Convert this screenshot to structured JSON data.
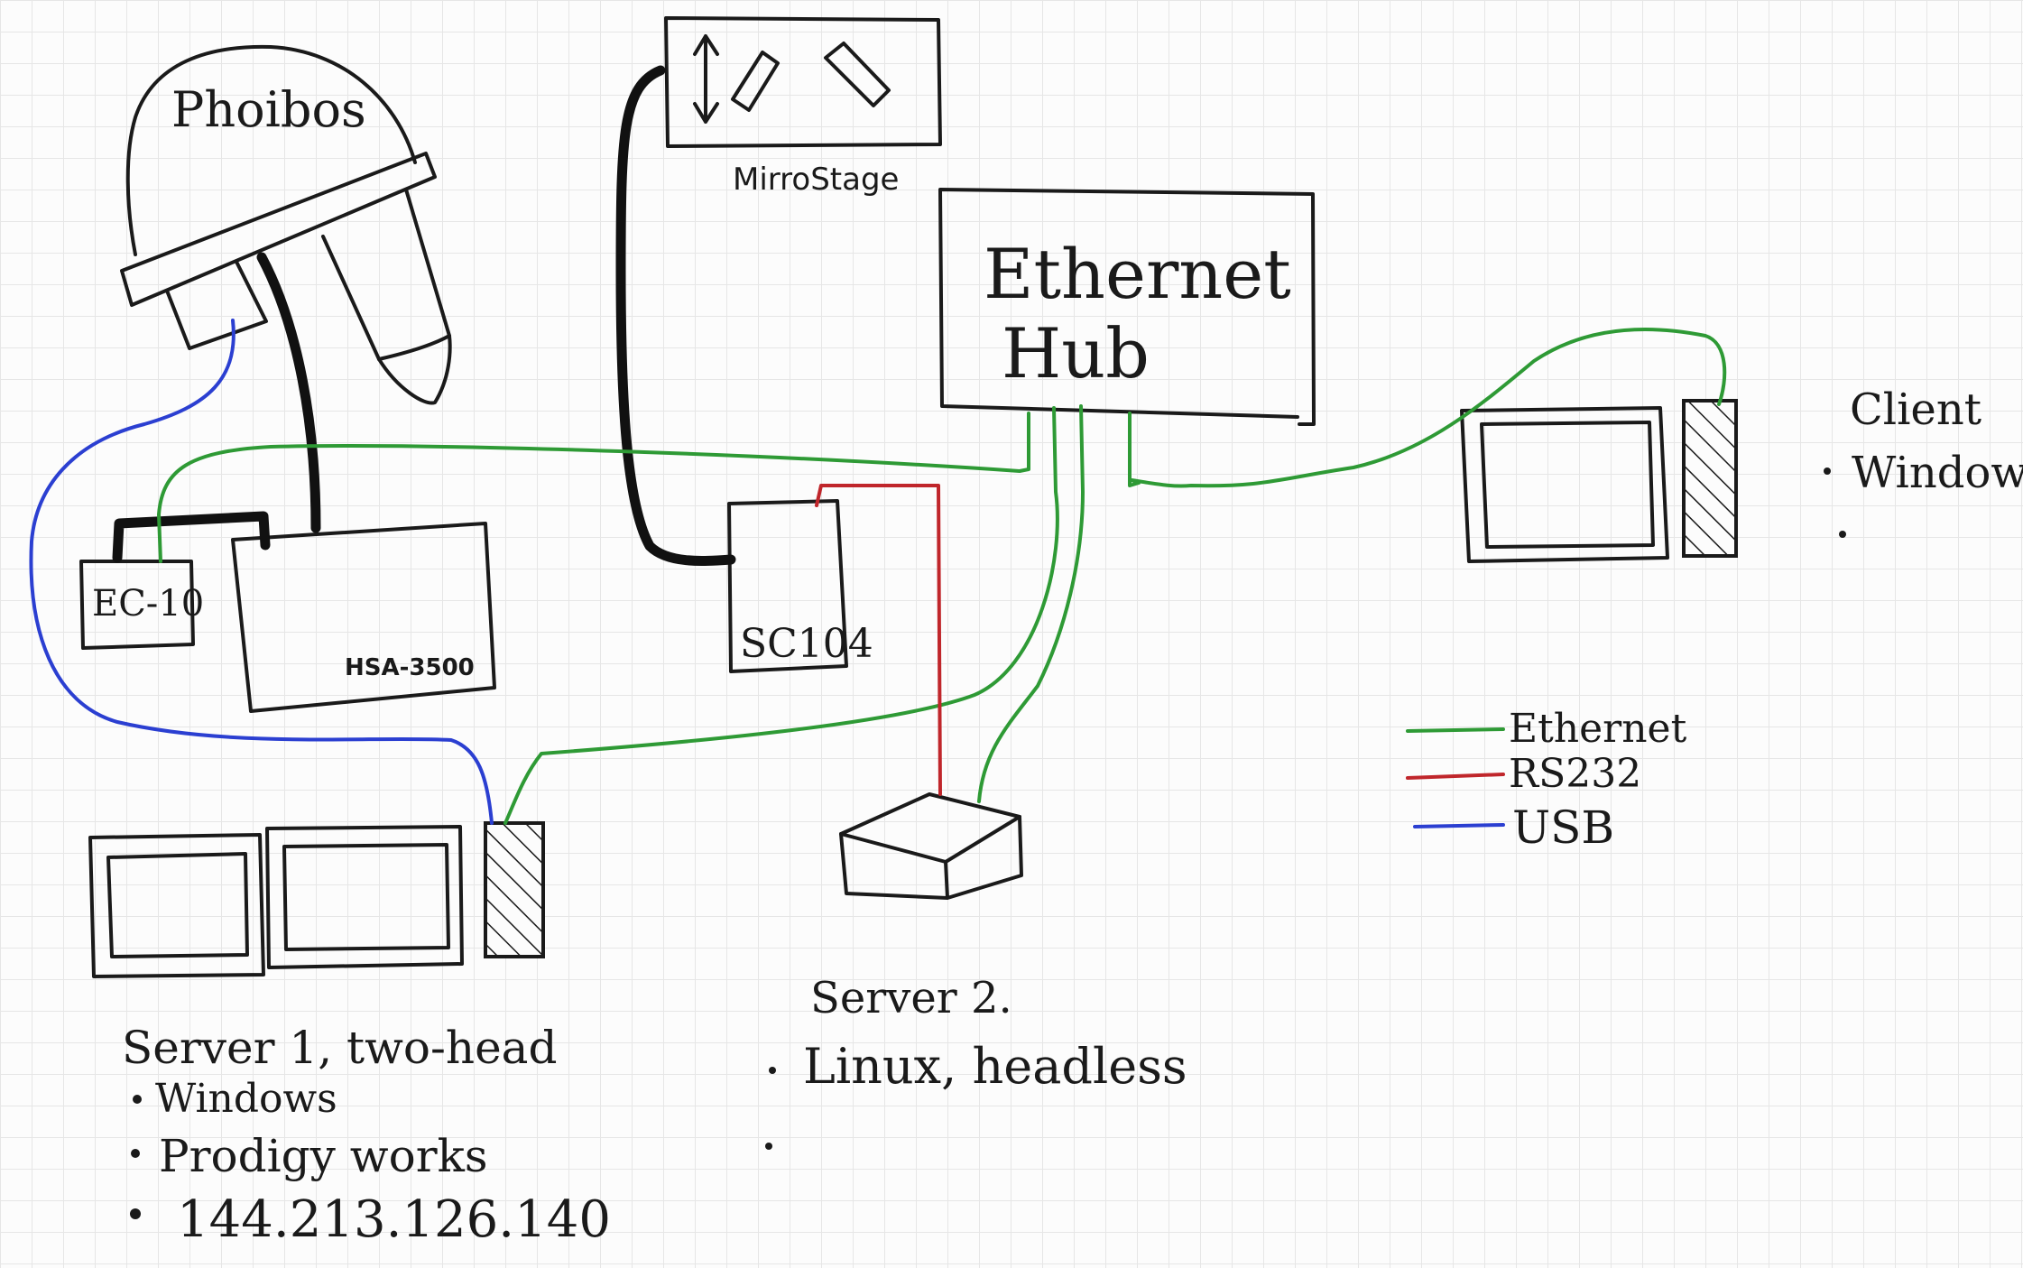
{
  "devices": {
    "phoibos": "Phoibos",
    "mirror_stage": "MirroStage",
    "ethernet_hub_line1": "Ethernet",
    "ethernet_hub_line2": "Hub",
    "ec10": "EC-10",
    "hsa3500": "HSA-3500",
    "sc104": "SC104"
  },
  "client": {
    "title": "Client",
    "bullet1": "Windows",
    "bullet2": ""
  },
  "server1": {
    "title": "Server 1, two-head",
    "bullet1": "Windows",
    "bullet2": "Prodigy works",
    "bullet3": "144.213.126.140"
  },
  "server2": {
    "title": "Server 2.",
    "bullet1": "Linux, headless",
    "bullet2": ""
  },
  "legend": [
    {
      "label": "Ethernet",
      "color": "#2e9a35"
    },
    {
      "label": "RS232",
      "color": "#c0262b"
    },
    {
      "label": "USB",
      "color": "#2b3fd1"
    }
  ],
  "colors": {
    "ethernet": "#2e9a35",
    "rs232": "#c0262b",
    "usb": "#2b3fd1",
    "ink": "#1a1a1a",
    "grid": "#e6e6e6"
  }
}
